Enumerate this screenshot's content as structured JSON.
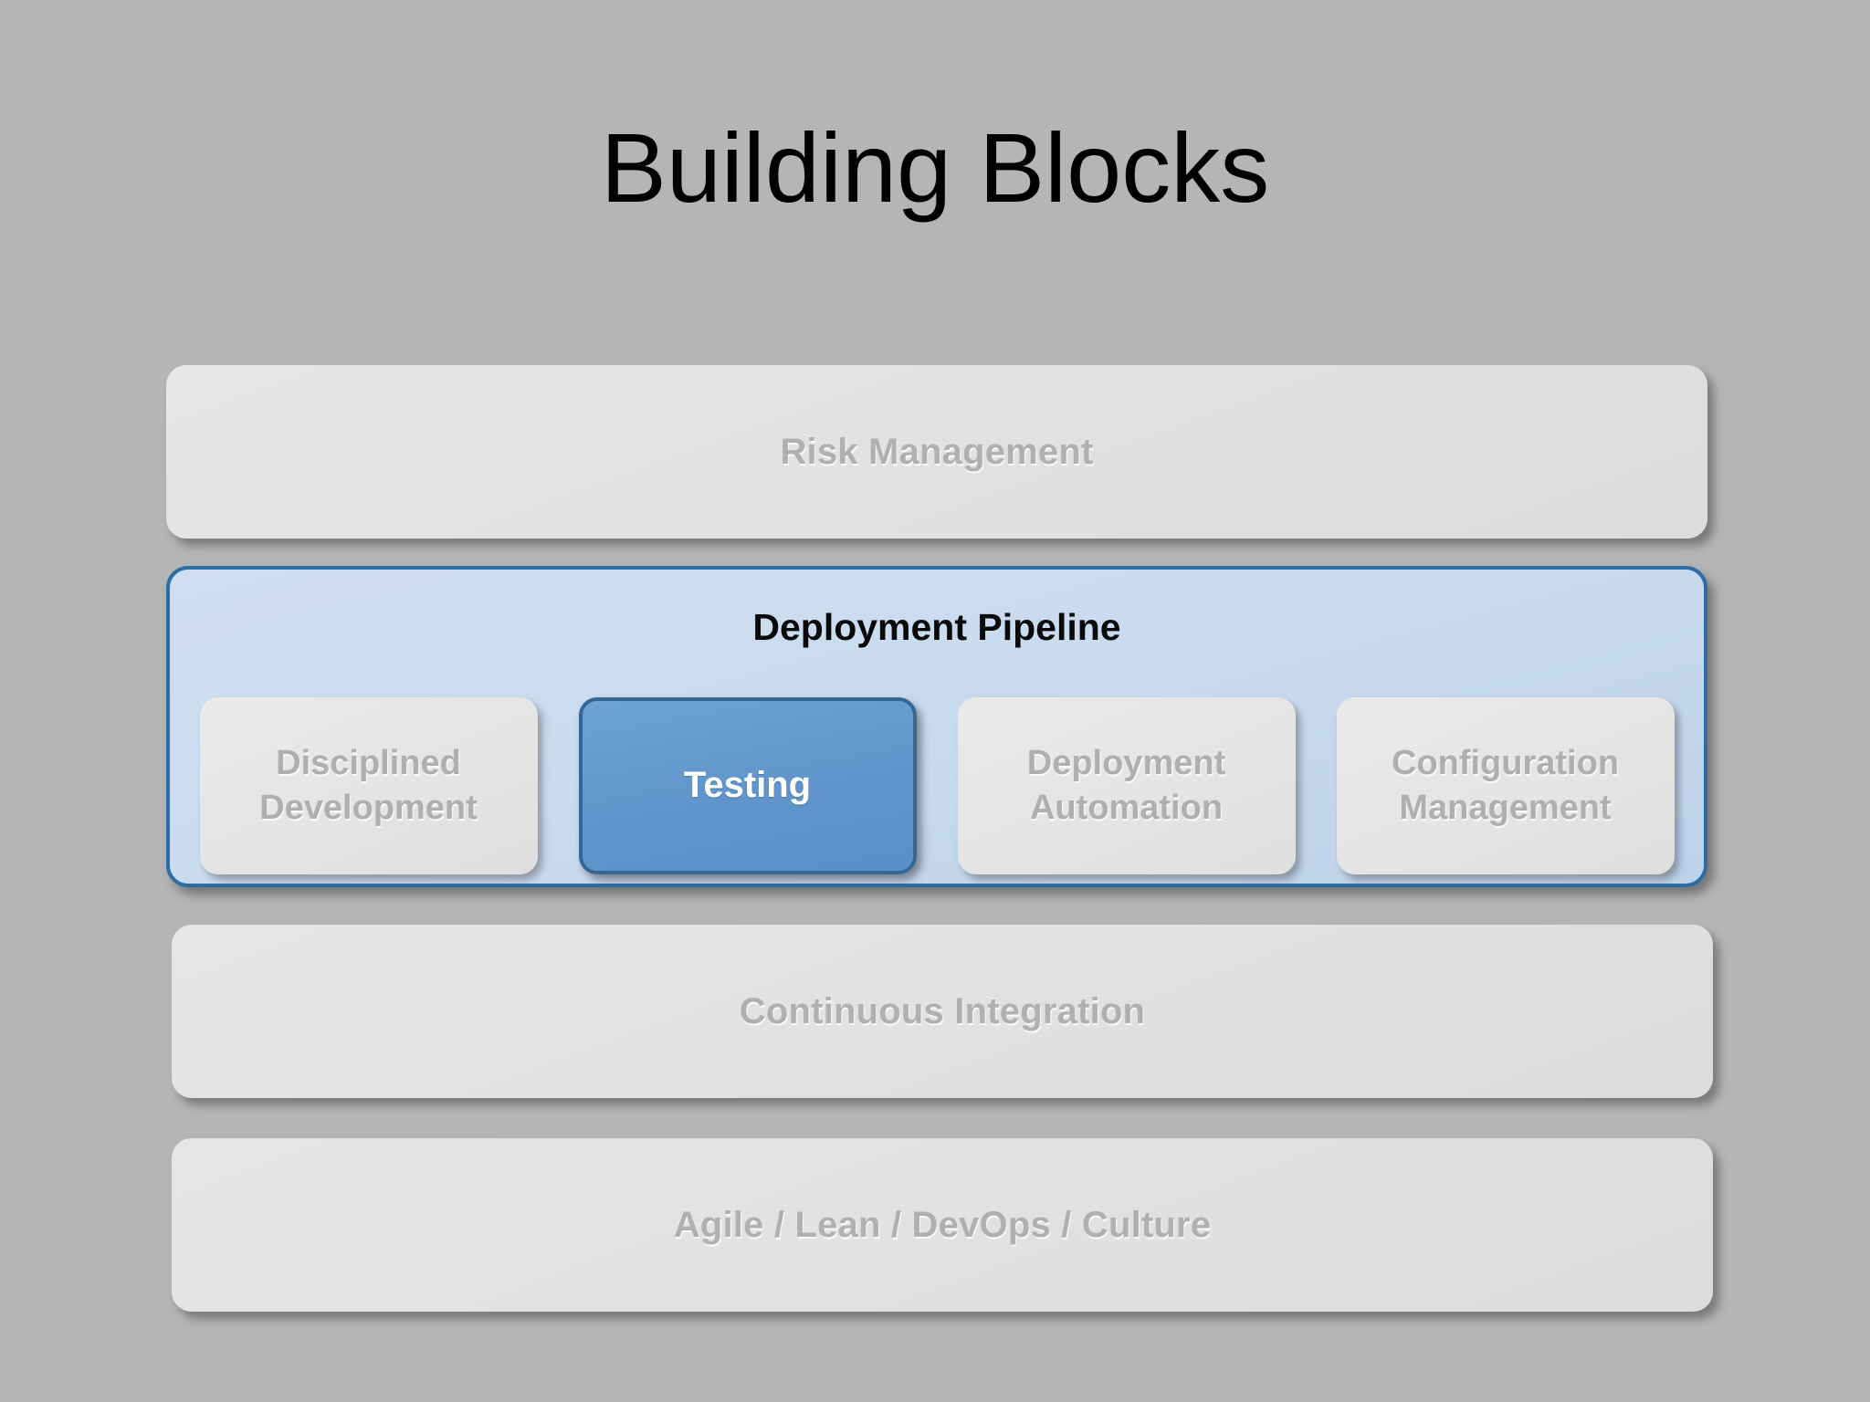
{
  "slide": {
    "title": "Building Blocks",
    "background_color": "#b5b5b6"
  },
  "layers": [
    {
      "id": "risk-management",
      "label": "Risk Management",
      "state": "inactive",
      "style": "grey-bar"
    },
    {
      "id": "deployment-pipeline",
      "label": "Deployment Pipeline",
      "state": "highlighted",
      "style": "blue-container",
      "border_color": "#2e6da4",
      "fill_color": "#c8daee",
      "children": [
        {
          "id": "disciplined-development",
          "label": "Disciplined\nDevelopment",
          "line1": "Disciplined",
          "line2": "Development",
          "state": "inactive"
        },
        {
          "id": "testing",
          "label": "Testing",
          "line1": "Testing",
          "line2": "",
          "state": "active",
          "fill_color": "#6095cb",
          "border_color": "#356795",
          "text_color": "#ffffff"
        },
        {
          "id": "deployment-automation",
          "label": "Deployment\nAutomation",
          "line1": "Deployment",
          "line2": "Automation",
          "state": "inactive"
        },
        {
          "id": "configuration-management",
          "label": "Configuration\nManagement",
          "line1": "Configuration",
          "line2": "Management",
          "state": "inactive"
        }
      ]
    },
    {
      "id": "continuous-integration",
      "label": "Continuous Integration",
      "state": "inactive",
      "style": "grey-bar"
    },
    {
      "id": "culture",
      "label": "Agile / Lean / DevOps / Culture",
      "state": "inactive",
      "style": "grey-bar"
    }
  ],
  "colors": {
    "background": "#b5b5b6",
    "grey_bar_fill": "#e2e2e2",
    "grey_bar_text": "#b0b0b0",
    "accent_blue": "#6095cb",
    "accent_blue_border": "#2e6da4",
    "title_text": "#000000",
    "pipeline_title_text": "#0a0a0a"
  }
}
